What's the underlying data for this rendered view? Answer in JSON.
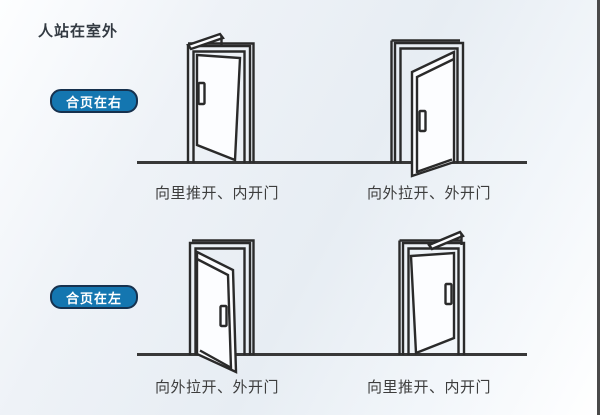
{
  "title": "人站在室外",
  "colors": {
    "badge_bg": "#1476b0",
    "badge_border": "#16314e",
    "badge_text": "#ffffff",
    "line_art": "#2a2a2a",
    "ground_line": "#383838",
    "label_text": "#3d3d3d",
    "background_tint": "#e7edf3"
  },
  "rows": [
    {
      "badge": "合页在右",
      "doors": [
        {
          "type": "hinge-right-open-inward",
          "label": "向里推开、内开门"
        },
        {
          "type": "hinge-right-open-outward",
          "label": "向外拉开、外开门"
        }
      ]
    },
    {
      "badge": "合页在左",
      "doors": [
        {
          "type": "hinge-left-open-outward",
          "label": "向外拉开、外开门"
        },
        {
          "type": "hinge-left-open-inward",
          "label": "向里推开、内开门"
        }
      ]
    }
  ]
}
